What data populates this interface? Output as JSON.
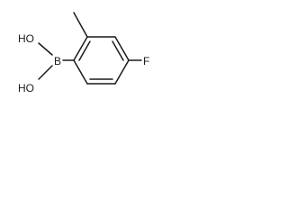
{
  "molecule": {
    "atoms": {
      "boron": "B",
      "hydroxyl_top": "HO",
      "hydroxyl_bottom": "HO",
      "fluorine": "F"
    }
  }
}
